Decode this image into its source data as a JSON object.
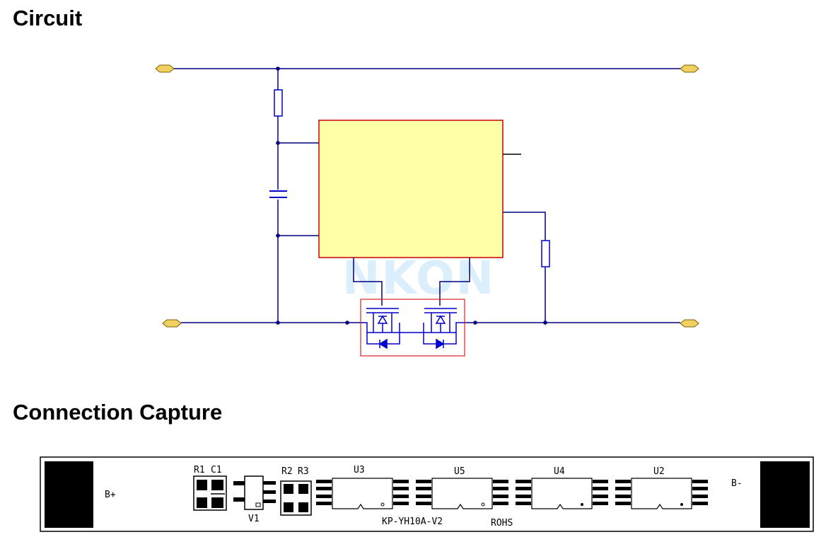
{
  "headings": {
    "circuit": "Circuit",
    "capture": "Connection Capture"
  },
  "watermark": "NKON",
  "pcb": {
    "pad_positive": "B+",
    "pad_negative": "B-",
    "designators": {
      "r1": "R1",
      "c1": "C1",
      "v1": "V1",
      "r2": "R2",
      "r3": "R3",
      "u3": "U3",
      "u5": "U5",
      "u4": "U4",
      "u2": "U2"
    },
    "board_id": "KP-YH10A-V2",
    "rohs": "ROHS"
  },
  "colors": {
    "wire": "#000080",
    "component": "#0000cc",
    "ic_fill": "#ffffa8",
    "ic_border": "#cc0000",
    "mosfet_box": "#dd2222",
    "terminal": "#f0d060",
    "watermark": "#dbeefb",
    "pcb_black": "#000000"
  }
}
